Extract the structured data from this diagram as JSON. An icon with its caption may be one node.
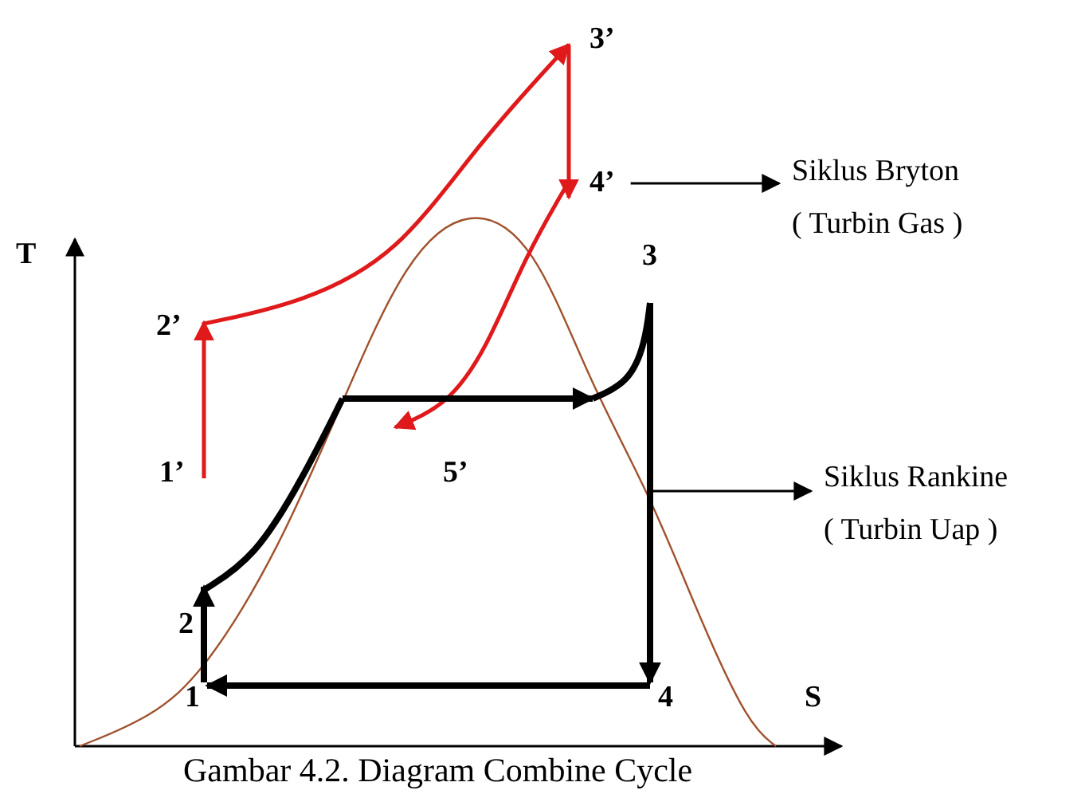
{
  "diagram": {
    "caption": "Gambar 4.2. Diagram Combine Cycle",
    "nodes": [
      {
        "text": [
          "4’"
        ]
      },
      {
        "text": [
          "Siklus Bryton",
          "( Turbin Gas )"
        ]
      },
      {
        "text": [
          "Siklus Rankine",
          "( Turbin Uap )"
        ]
      }
    ],
    "edges": [
      {
        "from": 0,
        "to": 1,
        "arrow": "to"
      },
      {
        "from": null,
        "to": 2,
        "arrow": "to"
      }
    ],
    "labels": [
      "3’",
      "T",
      "3",
      "2’",
      "1’",
      "5’",
      "2",
      "1",
      "4",
      "S"
    ]
  }
}
